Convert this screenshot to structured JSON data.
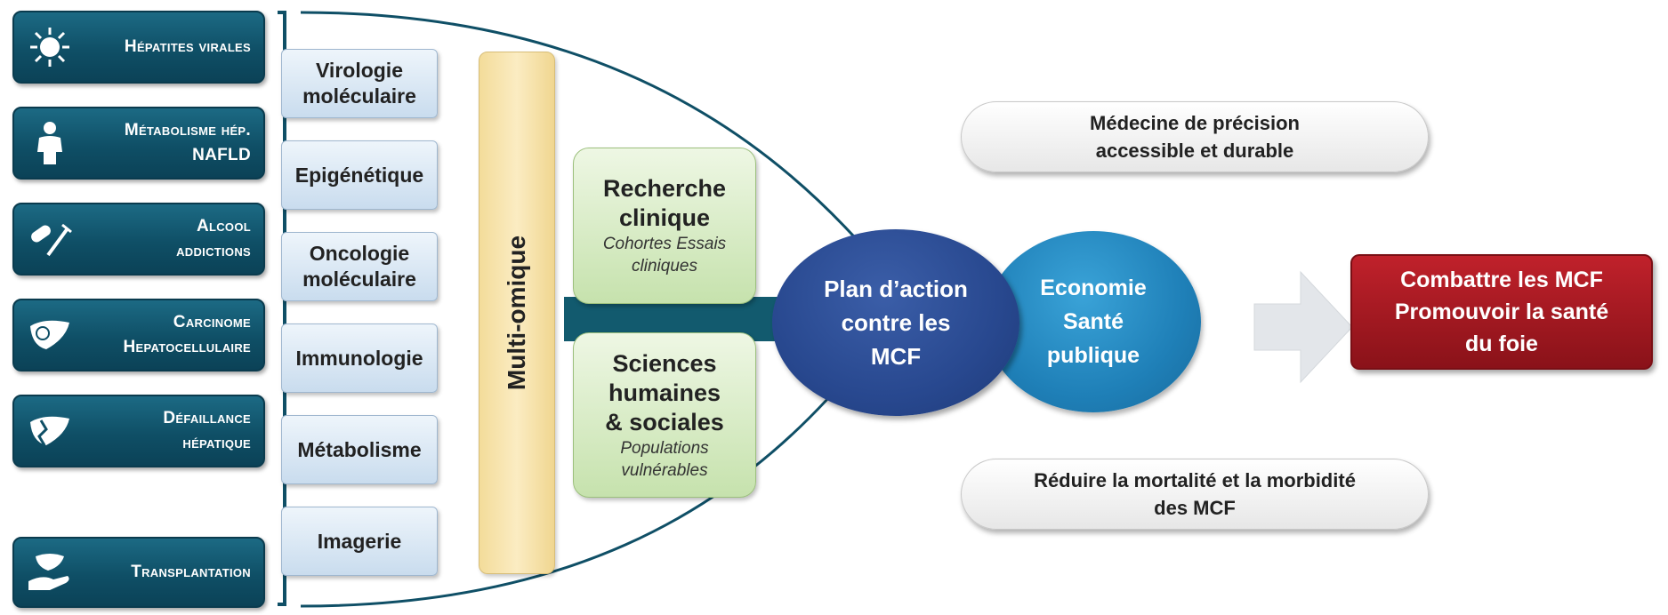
{
  "domains": [
    {
      "icon": "virus-icon",
      "lines": [
        "Hépatites virales"
      ]
    },
    {
      "icon": "person-icon",
      "lines": [
        "Métabolisme hép.",
        "NAFLD"
      ]
    },
    {
      "icon": "pill-syringe-icon",
      "lines": [
        "Alcool",
        "addictions"
      ]
    },
    {
      "icon": "liver-tumor-icon",
      "lines": [
        "Carcinome",
        "Hepatocellulaire"
      ]
    },
    {
      "icon": "liver-failure-icon",
      "lines": [
        "Défaillance",
        "hépatique"
      ]
    },
    {
      "icon": "hand-liver-icon",
      "lines": [
        "Transplantation"
      ]
    }
  ],
  "disciplines": [
    {
      "lines": [
        "Virologie",
        "moléculaire"
      ]
    },
    {
      "lines": [
        "Epigénétique"
      ]
    },
    {
      "lines": [
        "Oncologie",
        "moléculaire"
      ]
    },
    {
      "lines": [
        "Immunologie"
      ]
    },
    {
      "lines": [
        "Métabolisme"
      ]
    },
    {
      "lines": [
        "Imagerie"
      ]
    }
  ],
  "multiomique": "Multi-omique",
  "research": [
    {
      "title": [
        "Recherche",
        "clinique"
      ],
      "subtitle": [
        "Cohortes Essais",
        "cliniques"
      ]
    },
    {
      "title": [
        "Sciences",
        "humaines",
        "& sociales"
      ],
      "subtitle": [
        "Populations",
        "vulnérables"
      ]
    }
  ],
  "plan": [
    "Plan d’action",
    "contre les",
    "MCF"
  ],
  "economie": [
    "Economie",
    "Santé",
    "publique"
  ],
  "goal": [
    "Combattre les MCF",
    "Promouvoir la santé",
    "du foie"
  ],
  "pill_top": [
    "Médecine de précision",
    "accessible et durable"
  ],
  "pill_bottom": [
    "Réduire la mortalité et la morbidité",
    "des MCF"
  ],
  "colors": {
    "domain_blue": "#0f4f66",
    "plan_blue": "#28488f",
    "economie_blue": "#1f80b8",
    "goal_red": "#a01a22",
    "multi_yellow": "#f6e3a8",
    "research_green": "#d4eabf",
    "discipline_blue": "#d6e6f3"
  }
}
